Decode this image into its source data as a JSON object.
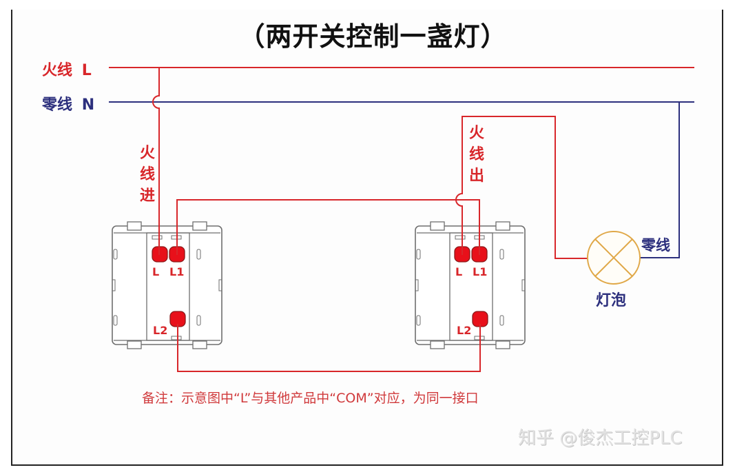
{
  "title": "（两开关控制一盏灯）",
  "colors": {
    "live": "#d8262a",
    "neutral": "#2c2f7d",
    "lamp": "#e0a848",
    "switch_outline": "#6e6e6e",
    "terminal": "#e8101a"
  },
  "mains": {
    "live_label": "火线",
    "live_code": "L",
    "neutral_label": "零线",
    "neutral_code": "N"
  },
  "switch_left": {
    "annotation": [
      "火",
      "线",
      "进"
    ],
    "terminals": {
      "l": "L",
      "l1": "L1",
      "l2": "L2"
    }
  },
  "switch_right": {
    "annotation": [
      "火",
      "线",
      "出"
    ],
    "terminals": {
      "l": "L",
      "l1": "L1",
      "l2": "L2"
    }
  },
  "lamp": {
    "label": "灯泡",
    "neutral_label": "零线"
  },
  "note": "备注：示意图中“L”与其他产品中“COM”对应，为同一接口",
  "watermark": "知乎 @俊杰工控PLC"
}
